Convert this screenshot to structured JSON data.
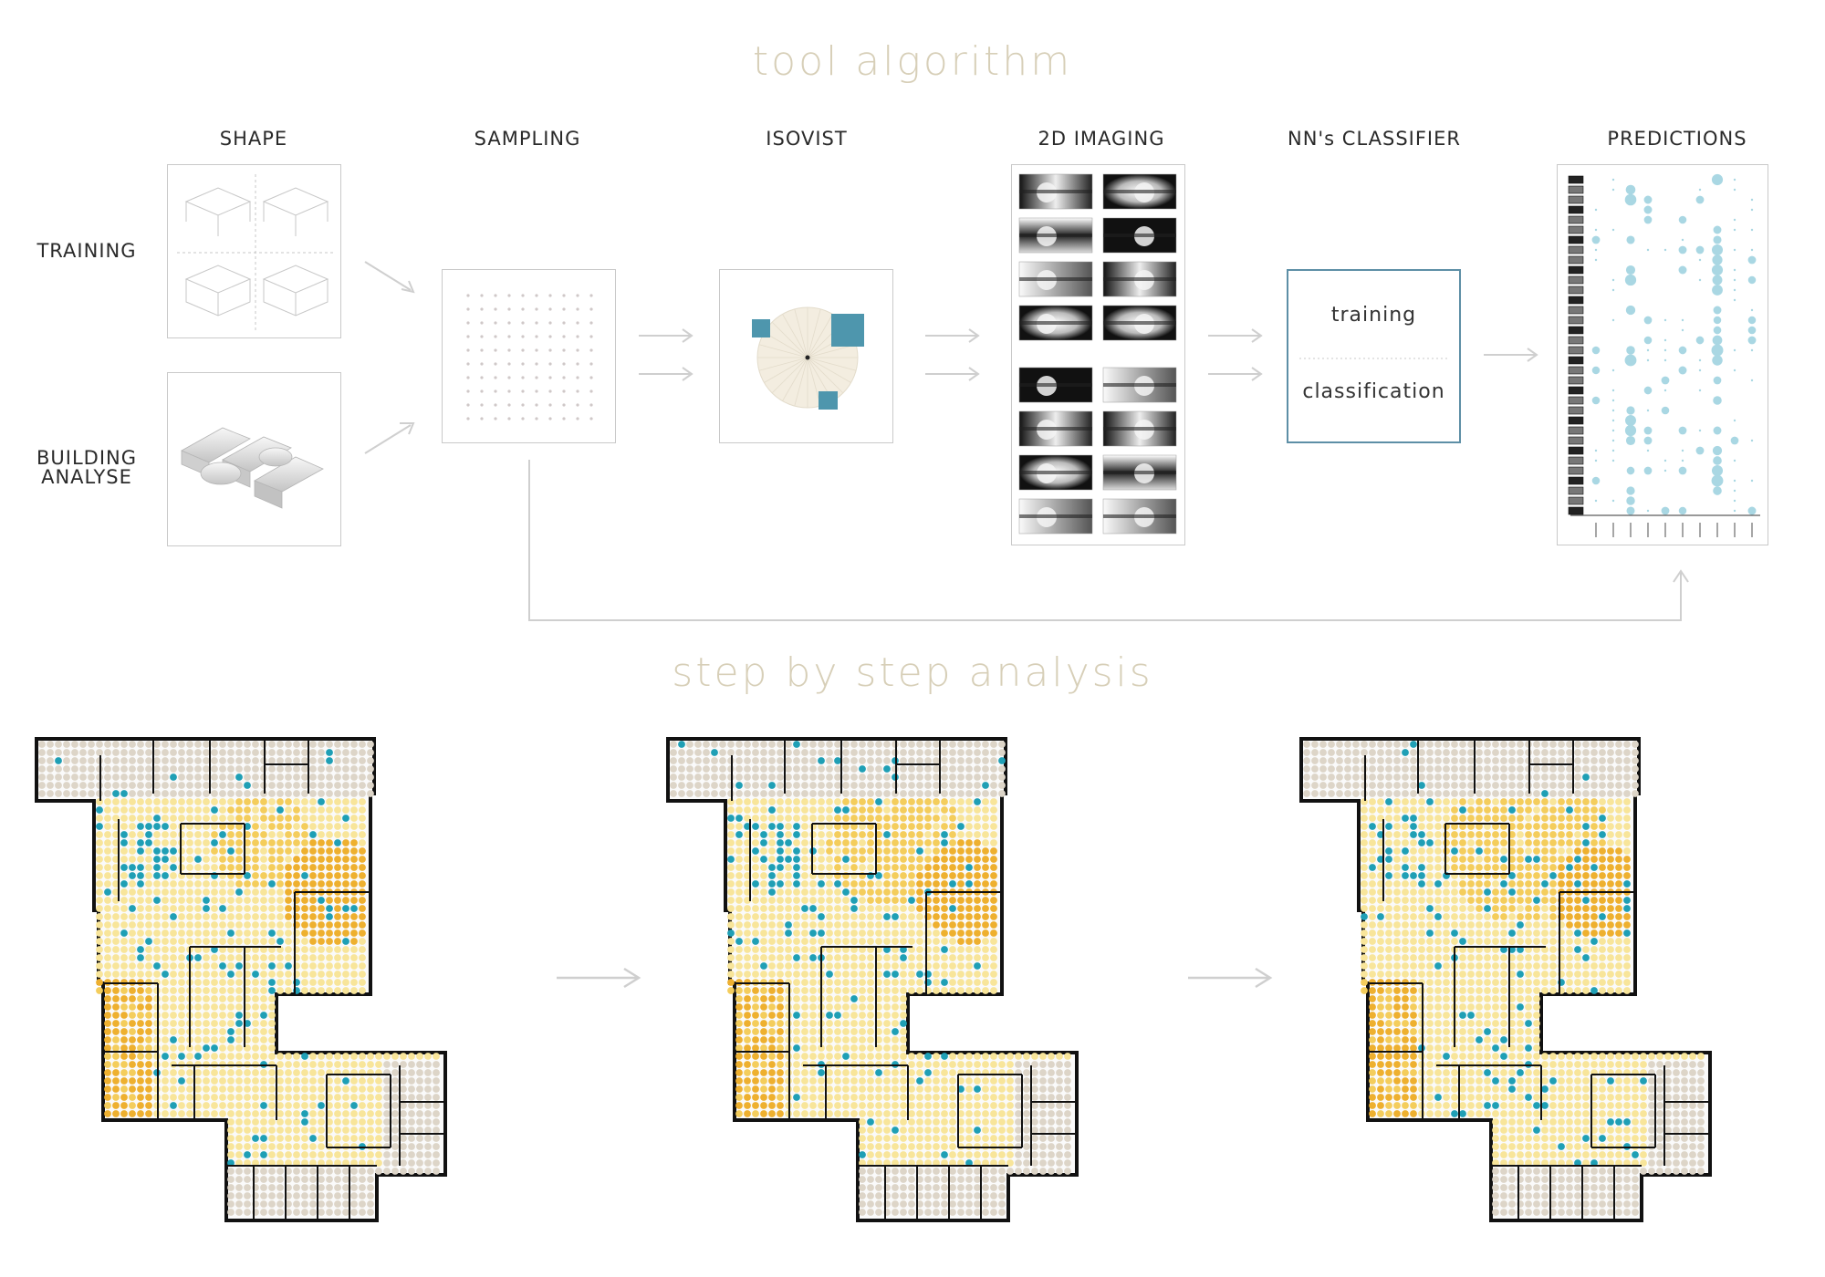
{
  "titles": {
    "algorithm": "tool algorithm",
    "analysis": "step by step analysis"
  },
  "stages": [
    {
      "key": "shape",
      "label": "SHAPE"
    },
    {
      "key": "sampling",
      "label": "SAMPLING"
    },
    {
      "key": "isovist",
      "label": "ISOVIST"
    },
    {
      "key": "imaging",
      "label": "2D IMAGING"
    },
    {
      "key": "classifier",
      "label": "NN's CLASSIFIER"
    },
    {
      "key": "predictions",
      "label": "PREDICTIONS"
    }
  ],
  "rows": {
    "training": "TRAINING",
    "building_line1": "BUILDING",
    "building_line2": "ANALYSE"
  },
  "classifier": {
    "training": "training",
    "classification": "classification"
  },
  "colors": {
    "title": "#d7cfb8",
    "panel_border": "#c9c9c9",
    "arrow": "#cfcfcf",
    "isovist_fill": "#f3ede0",
    "isovist_obstacle": "#4e96ad",
    "nn_border": "#5d8fa6",
    "prediction_bubble": "#a9d7e3",
    "plan_neutral": "#ddd5c8",
    "plan_light": "#f8e59a",
    "plan_mid": "#f4cd5c",
    "plan_dark": "#eeb02f",
    "plan_teal": "#1f9fb5",
    "wall": "#111111"
  }
}
